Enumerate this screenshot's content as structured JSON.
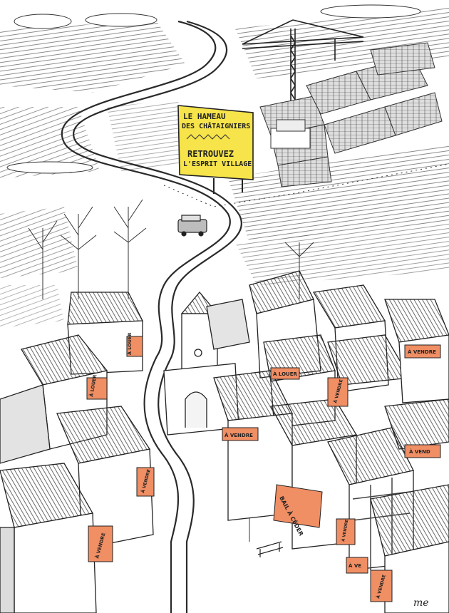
{
  "billboard": {
    "line1": "LE HAMEAU",
    "line2": "DES CHÂTAIGNIERS",
    "line3": "RETROUVEZ",
    "line4": "L'ESPRIT VILLAGE"
  },
  "signs": {
    "a_louer_1": "À LOUER",
    "a_louer_2": "À LOUER",
    "a_louer_3": "À LOUER",
    "a_vendre_1": "À VENDRE",
    "a_vendre_2": "À VENDRE",
    "a_vendre_3": "À VENDRE",
    "a_vendre_4": "À VENDRE",
    "a_vendre_5": "À VENDRE",
    "a_vendre_6": "À VENDRE",
    "a_vendre_7": "À VENDRE",
    "a_vend": "À VEND",
    "a_ve": "À VE",
    "bail": "BAIL À CÉDER"
  },
  "signature": "me",
  "colors": {
    "billboard_yellow": "#f6e44a",
    "sign_orange": "#f08e64",
    "ink": "#1f1f1f",
    "roof_gray": "#c9c9c9",
    "wall_shade": "#dcdcdc"
  }
}
